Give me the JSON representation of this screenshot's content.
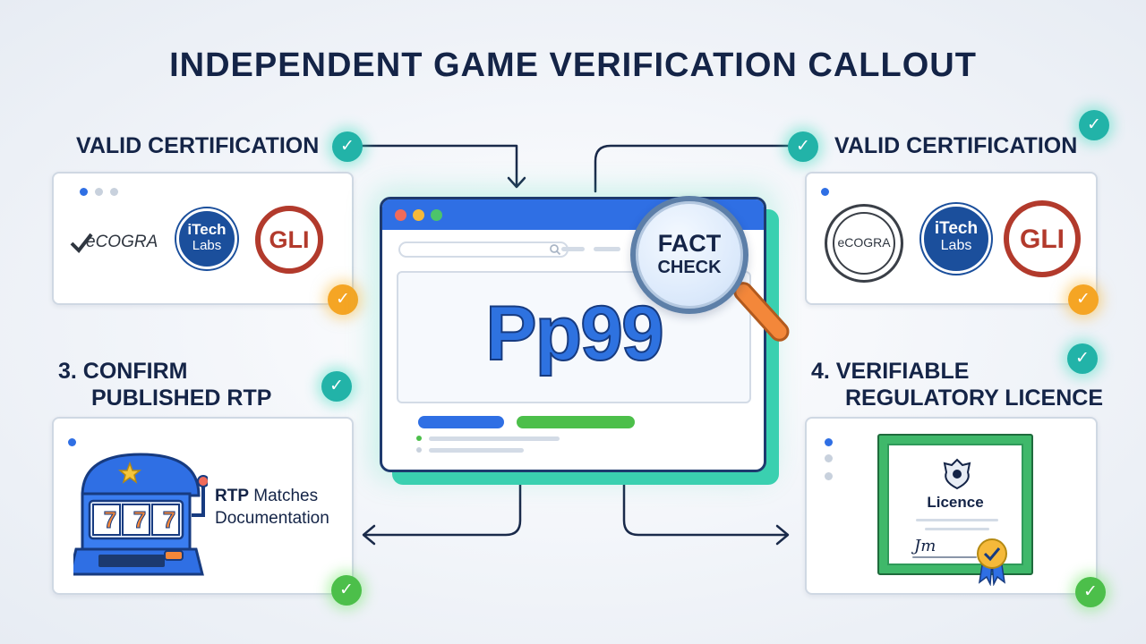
{
  "title": "INDEPENDENT GAME VERIFICATION CALLOUT",
  "sections": {
    "top_left": {
      "label": "VALID CERTIFICATION"
    },
    "top_right": {
      "label": "VALID CERTIFICATION"
    },
    "bottom_left": {
      "label_line1": "3.  CONFIRM",
      "label_line2": "PUBLISHED RTP"
    },
    "bottom_right": {
      "label_line1": "4.  VERIFIABLE",
      "label_line2": "REGULATORY LICENCE"
    }
  },
  "logos": {
    "ecogra": "eCOGRA",
    "itech_line1": "iTech",
    "itech_line2": "Labs",
    "gli": "GLI"
  },
  "center": {
    "brand": "Pp99",
    "magnifier_line1": "FACT",
    "magnifier_line2": "CHECK"
  },
  "rtp": {
    "reels": [
      "7",
      "7",
      "7"
    ],
    "caption_bold": "RTP",
    "caption_rest": " Matches",
    "caption_line2": "Documentation"
  },
  "licence": {
    "title": "Licence",
    "signature": "Jm"
  },
  "colors": {
    "navy": "#142447",
    "blue": "#2f6fe4",
    "teal": "#22b3a8",
    "orange": "#f5a524",
    "green": "#4cbf4a",
    "gli_red": "#b23a2c"
  },
  "icons": [
    "check-icon",
    "magnifier-icon",
    "slot-machine-icon",
    "certificate-icon",
    "rosette-icon",
    "crest-icon"
  ]
}
